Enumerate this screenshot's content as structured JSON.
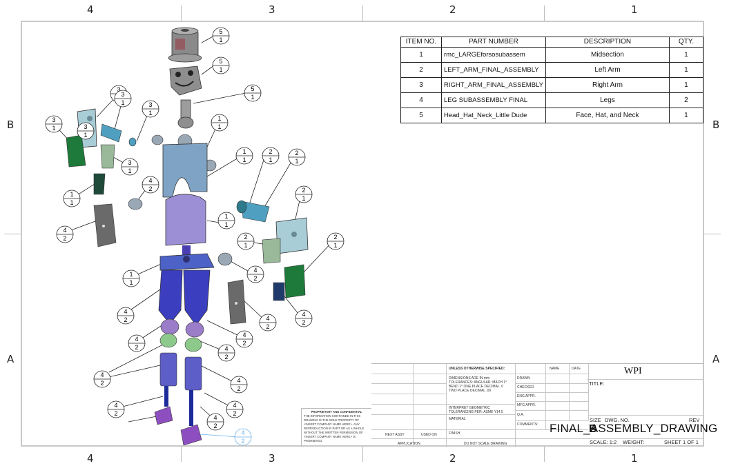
{
  "zones": {
    "columns": [
      "4",
      "3",
      "2",
      "1"
    ],
    "rows": [
      "B",
      "A"
    ]
  },
  "bom": {
    "headers": [
      "ITEM NO.",
      "PART NUMBER",
      "DESCRIPTION",
      "QTY."
    ],
    "rows": [
      {
        "item": "1",
        "part": "rmc_LARGEforsosubassem",
        "desc": "Midsection",
        "qty": "1"
      },
      {
        "item": "2",
        "part": "LEFT_ARM_FINAL_ASSEMBLY",
        "desc": "Left Arm",
        "qty": "1"
      },
      {
        "item": "3",
        "part": "RIGHT_ARM_FINAL_ASSEMBLY",
        "desc": "Right Arm",
        "qty": "1"
      },
      {
        "item": "4",
        "part": "LEG SUBASSEMBLY FINAL",
        "desc": "Legs",
        "qty": "2"
      },
      {
        "item": "5",
        "part": "Head_Hat_Neck_Little Dude",
        "desc": "Face, Hat, and Neck",
        "qty": "1"
      }
    ]
  },
  "title_block": {
    "company": "WPI",
    "title_label": "TITLE:",
    "size_label": "SIZE",
    "dwg_no_label": "DWG. NO.",
    "rev_label": "REV",
    "drawing_name": "FINAL_ASSEMBLY_DRAWING",
    "size_value": "B",
    "scale": "SCALE: 1:2",
    "weight": "WEIGHT:",
    "sheet": "SHEET 1 OF 1",
    "unless": "UNLESS OTHERWISE SPECIFIED:",
    "name_col": "NAME",
    "date_col": "DATE",
    "drawn": "DRAWN",
    "checked": "CHECKED",
    "eng_appr": "ENG APPR.",
    "mfg_appr": "MFG APPR.",
    "qa": "Q.A.",
    "comments": "COMMENTS:",
    "dims": "DIMENSIONS ARE IN mm TOLERANCES: ANGULAR: MACH 1° BEND 1° ONE PLACE DECIMAL .0 TWO PLACE DECIMAL .00",
    "geometric": "INTERPRET GEOMETRIC TOLERANCING PER: ASME Y14.5",
    "material": "MATERIAL",
    "finish": "FINISH",
    "next_assy": "NEXT ASSY",
    "used_on": "USED ON",
    "application": "APPLICATION",
    "do_not_scale": "DO NOT SCALE DRAWING"
  },
  "proprietary": {
    "heading": "PROPRIETARY AND CONFIDENTIAL",
    "body": "THE INFORMATION CONTAINED IN THIS DRAWING IS THE SOLE PROPERTY OF <INSERT COMPANY NAME HERE>. ANY REPRODUCTION IN PART OR AS A WHOLE WITHOUT THE WRITTEN PERMISSION OF <INSERT COMPANY NAME HERE> IS PROHIBITED."
  },
  "balloons": [
    {
      "item": "5",
      "qty": "1"
    },
    {
      "item": "5",
      "qty": "1"
    },
    {
      "item": "5",
      "qty": "1"
    },
    {
      "item": "3",
      "qty": "1"
    },
    {
      "item": "3",
      "qty": "1"
    },
    {
      "item": "3",
      "qty": "1"
    },
    {
      "item": "3",
      "qty": "1"
    },
    {
      "item": "3",
      "qty": "1"
    },
    {
      "item": "3",
      "qty": "1"
    },
    {
      "item": "1",
      "qty": "1"
    },
    {
      "item": "1",
      "qty": "1"
    },
    {
      "item": "1",
      "qty": "1"
    },
    {
      "item": "1",
      "qty": "1"
    },
    {
      "item": "1",
      "qty": "1"
    },
    {
      "item": "2",
      "qty": "1"
    },
    {
      "item": "2",
      "qty": "1"
    },
    {
      "item": "2",
      "qty": "1"
    },
    {
      "item": "2",
      "qty": "1"
    },
    {
      "item": "2",
      "qty": "1"
    },
    {
      "item": "2",
      "qty": "1"
    },
    {
      "item": "4",
      "qty": "2"
    },
    {
      "item": "4",
      "qty": "2"
    },
    {
      "item": "4",
      "qty": "2"
    },
    {
      "item": "4",
      "qty": "2"
    },
    {
      "item": "4",
      "qty": "2"
    },
    {
      "item": "4",
      "qty": "2"
    },
    {
      "item": "4",
      "qty": "2"
    },
    {
      "item": "4",
      "qty": "2"
    },
    {
      "item": "4",
      "qty": "2"
    },
    {
      "item": "4",
      "qty": "2"
    },
    {
      "item": "4",
      "qty": "2"
    },
    {
      "item": "4",
      "qty": "2"
    },
    {
      "item": "4",
      "qty": "2"
    },
    {
      "item": "4",
      "qty": "2"
    }
  ],
  "colors": {
    "torso": "#7fa3c4",
    "pelvis": "#3b3fbf",
    "legs": "#5450c8",
    "joints": "#9a7cc8",
    "knee": "#8ec98c",
    "arm_block": "#a9cdd6",
    "hand": "#1d7a3a",
    "foot": "#8d4fc0",
    "selected": "#6ab0ea"
  }
}
